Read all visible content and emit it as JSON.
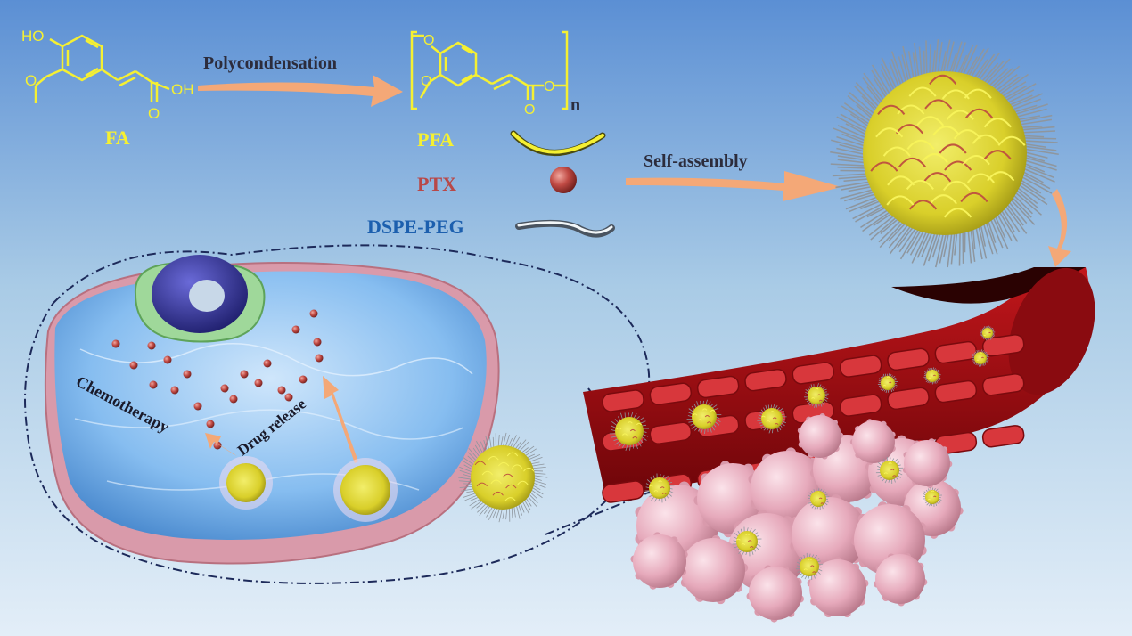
{
  "labels": {
    "fa": "FA",
    "polycondensation": "Polycondensation",
    "n_subscript": "n",
    "pfa": "PFA",
    "ptx": "PTX",
    "dspe_peg": "DSPE-PEG",
    "self_assembly": "Self-assembly",
    "chemotherapy": "Chemotherapy",
    "drug_release": "Drug release"
  },
  "chem_atoms": {
    "ho": "HO",
    "oh": "OH",
    "o": "O"
  },
  "colors": {
    "bg_top": "#5b8fd4",
    "bg_mid": "#a9cbe6",
    "bg_bottom": "#e3eef8",
    "yellow": "#f5f032",
    "ptx_red": "#b84848",
    "dspe_blue": "#1c5fae",
    "dark_text": "#2c2c3c",
    "arrow": "#f4a877",
    "vessel": "#a00d12",
    "cell_pink": "#e9b3c3",
    "cell_water": "#6aa8e0",
    "nucleus": "#3a3a9c",
    "membrane_green": "#8fd08a"
  }
}
